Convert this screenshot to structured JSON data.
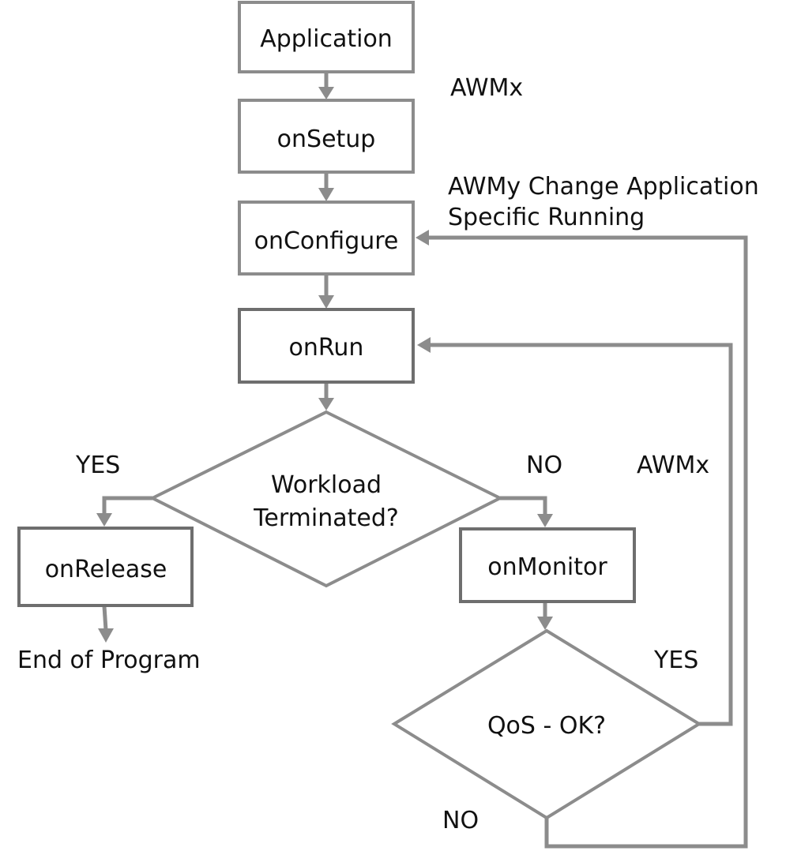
{
  "nodes": {
    "application": "Application",
    "on_setup": "onSetup",
    "on_configure": "onConfigure",
    "on_run": "onRun",
    "workload_terminated_line1": "Workload",
    "workload_terminated_line2": "Terminated?",
    "on_release": "onRelease",
    "on_monitor": "onMonitor",
    "qos_ok": "QoS - OK?"
  },
  "labels": {
    "awmx_top": "AWMx",
    "awmy_line1": "AWMy Change Application",
    "awmy_line2": "Specific Running",
    "awmx_loop": "AWMx",
    "yes_terminated": "YES",
    "no_terminated": "NO",
    "end_of_program": "End of Program",
    "yes_qos": "YES",
    "no_qos": "NO"
  },
  "colors": {
    "line": "#8c8c8c",
    "text": "#111111"
  }
}
